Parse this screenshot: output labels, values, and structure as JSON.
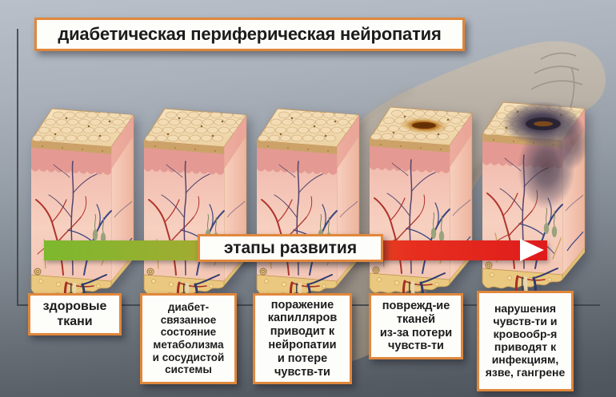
{
  "title": "диабетическая периферическая нейропатия",
  "arrow": {
    "label": "этапы развития"
  },
  "stages": [
    {
      "id": "healthy-tissue",
      "label": "здоровые\nткани"
    },
    {
      "id": "diabetic-metabolic-state",
      "label": "диабет-\nсвязанное\nсостояние\nметаболизма\nи сосудистой\nсистемы"
    },
    {
      "id": "capillary-damage",
      "label": "поражение\nкапилляров\nприводит к\nнейропатии\nи потере\nчувств-ти"
    },
    {
      "id": "tissue-damage",
      "label": "поврежд-ие\nтканей\nиз-за потери\nчувств-ти"
    },
    {
      "id": "infection-ulcer-gangrene",
      "label": "нарушения\nчувств-ти и\nкровообр-я\nприводят к\nинфекциям,\nязве, гангрене"
    }
  ],
  "colors": {
    "accent_orange": "#e0873b",
    "arrow_green": "#7cb82e",
    "arrow_red": "#de1c1b",
    "background_top": "#b9c0c9",
    "background_bottom": "#4e545b"
  }
}
